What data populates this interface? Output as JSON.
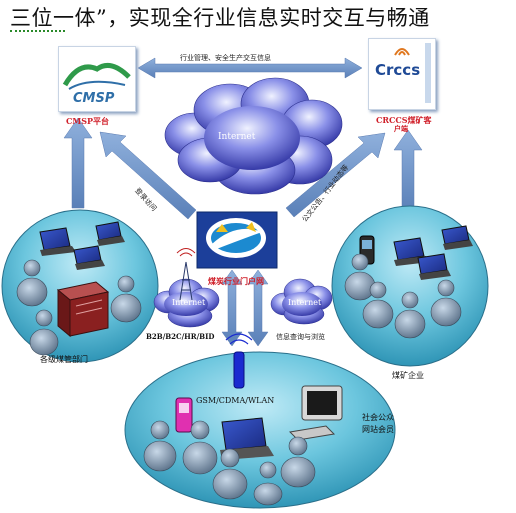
{
  "title": "三位一体”，实现全行业信息实时交互与畅通",
  "top_arrow_label": "行业管理、安全生产交互信息",
  "cmsp": {
    "logo_text": "CMSP",
    "label": "CMSP平台"
  },
  "crccs": {
    "logo_text": "Crccs",
    "label_line1": "CRCCS煤矿客",
    "label_line2": "户端"
  },
  "central_cloud": "Internet",
  "left_arrow_label": "登录访问",
  "right_arrow_label": "公文公告、行业动态等",
  "portal": {
    "label": "煤炭行业门户网"
  },
  "left_cloud": "Internet",
  "right_cloud": "Internet",
  "b2b_label": "B2B/B2C/HR/BID",
  "info_label": "信息查询与浏览",
  "left_group_label": "各级煤管部门",
  "right_group_label": "煤矿企业",
  "network_label": "GSM/CDMA/WLAN",
  "public_label_line1": "社会公众",
  "public_label_line2": "网站会员",
  "colors": {
    "arrow_fill": "#6f93c8",
    "ellipse_fill": "#56b6cf",
    "cloud_fill": "#4a52c8",
    "accent_red": "#d0202a"
  }
}
